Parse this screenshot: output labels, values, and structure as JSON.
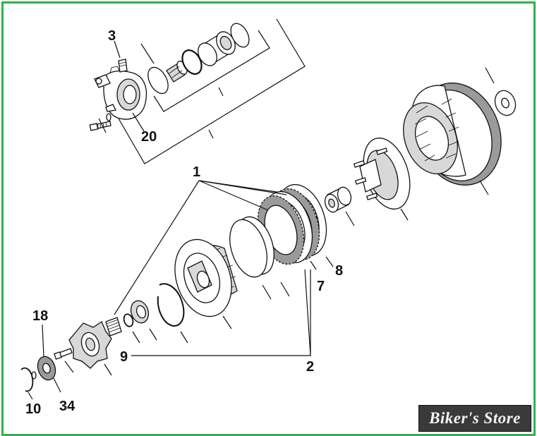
{
  "diagram": {
    "callouts": {
      "c1": "1",
      "c2": "2",
      "c3": "3",
      "c7": "7",
      "c8": "8",
      "c9": "9",
      "c10": "10",
      "c18": "18",
      "c20": "20",
      "c34": "34"
    }
  },
  "watermark": {
    "text": "Biker's Store"
  },
  "colors": {
    "border": "#2fb34a",
    "line": "#111111",
    "watermark_bg": "#3a3a3a"
  }
}
